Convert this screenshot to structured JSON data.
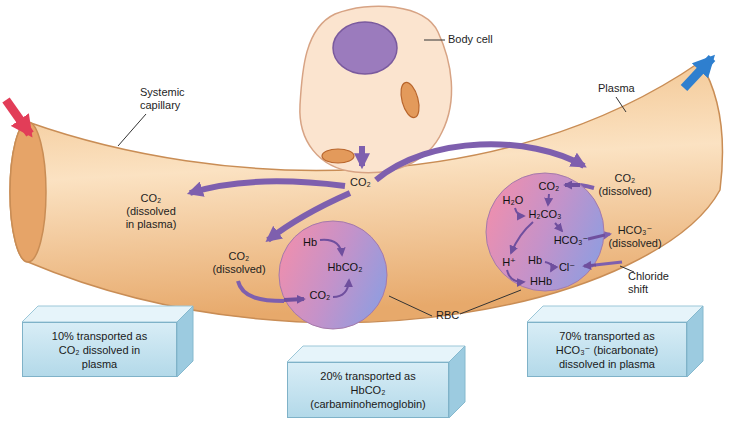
{
  "diagram": {
    "nodes": [
      {
        "text": [
          "Hb",
          "HbCO₂",
          "CO₂"
        ]
      },
      {
        "text": [
          "H₂O",
          "CO₂",
          "H₂CO₃",
          "HCO₃⁻",
          "H⁺",
          "Hb",
          "HHb",
          "Cl⁻"
        ]
      },
      {
        "text": [
          "10% transported as CO₂ dissolved in plasma"
        ]
      },
      {
        "text": [
          "20% transported as HbCO₂ (carbaminohemoglobin)"
        ]
      },
      {
        "text": [
          "70% transported as HCO₃⁻ (bicarbonate) dissolved in plasma"
        ]
      }
    ],
    "labels": [
      "Body cell",
      "Systemic capillary",
      "Plasma",
      "CO₂",
      "CO₂ (dissolved in plasma)",
      "CO₂ (dissolved)",
      "CO₂ (dissolved)",
      "HCO₃⁻ (dissolved)",
      "Chloride shift",
      "RBC"
    ]
  }
}
